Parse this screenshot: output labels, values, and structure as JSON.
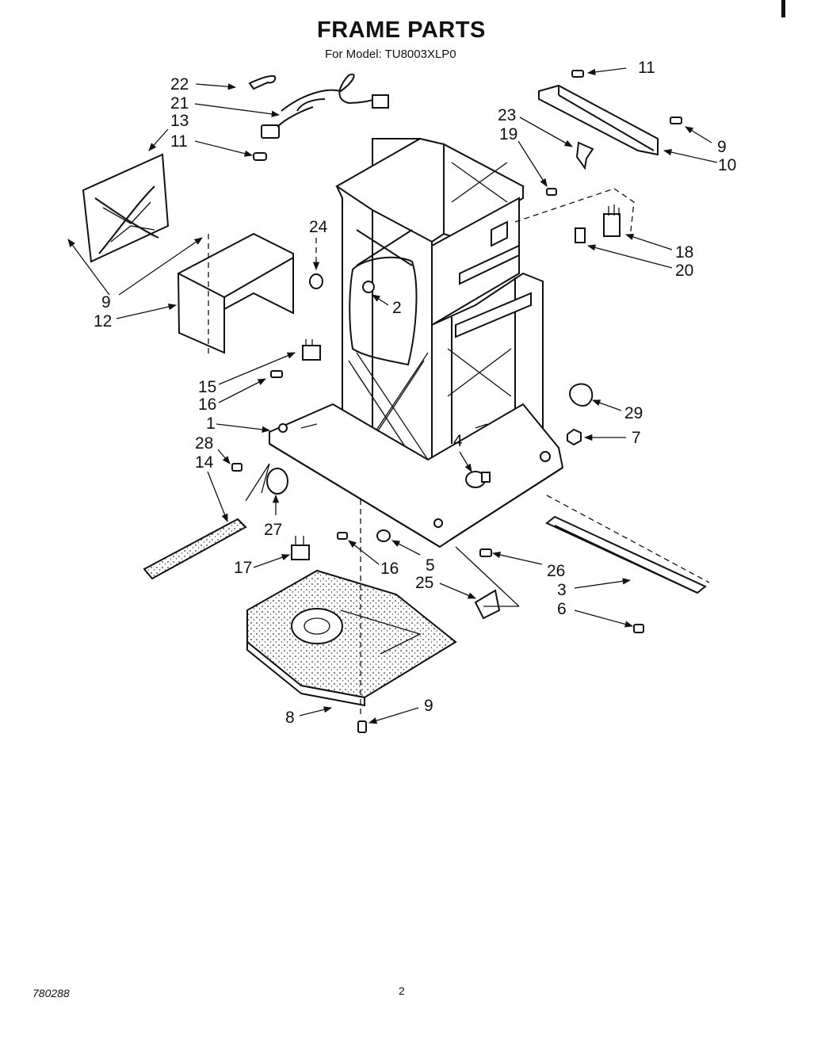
{
  "header": {
    "title": "FRAME PARTS",
    "subtitle": "For Model: TU8003XLP0"
  },
  "footer": {
    "code": "780288",
    "page_number": "2"
  },
  "callouts": [
    "22",
    "21",
    "13",
    "11",
    "9",
    "12",
    "24",
    "2",
    "15",
    "16",
    "1",
    "28",
    "14",
    "27",
    "17",
    "16",
    "11",
    "23",
    "19",
    "9",
    "10",
    "18",
    "20",
    "29",
    "7",
    "4",
    "5",
    "26",
    "25",
    "3",
    "6",
    "8",
    "9"
  ]
}
